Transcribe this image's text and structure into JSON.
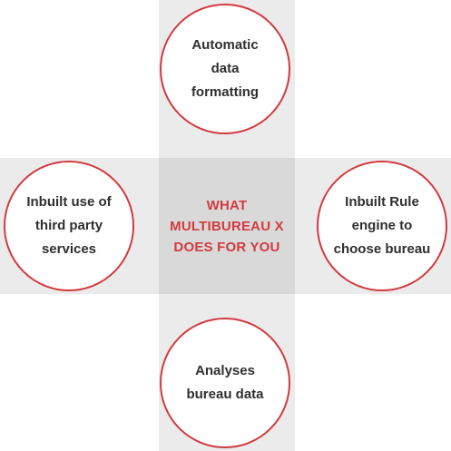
{
  "center": {
    "line1": "WHAT",
    "line2": "MULTIBUREAU X",
    "line3": "DOES FOR YOU"
  },
  "features": {
    "top": {
      "line1": "Automatic",
      "line2": "data",
      "line3": "formatting"
    },
    "left": {
      "line1": "Inbuilt use of",
      "line2": "third party",
      "line3": "services"
    },
    "right": {
      "line1": "Inbuilt Rule",
      "line2": "engine to",
      "line3": "choose bureau"
    },
    "bottom": {
      "line1": "Analyses",
      "line2": "bureau data"
    }
  },
  "colors": {
    "accent": "#d23a3f",
    "band": "#ebebeb",
    "center_fill": "#d9d9d9",
    "text": "#2f2f2f"
  }
}
